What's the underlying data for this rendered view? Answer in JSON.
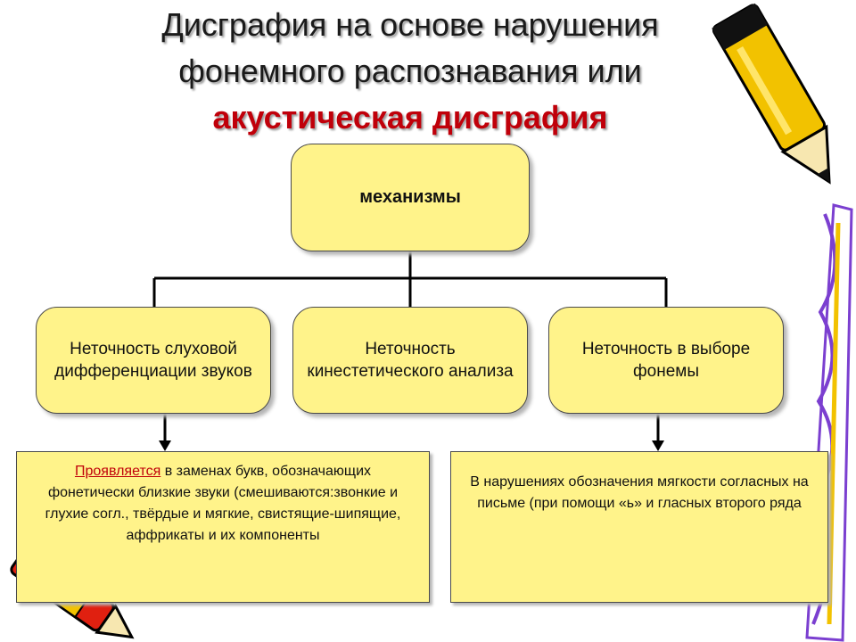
{
  "title": {
    "line1": "Дисграфия на основе нарушения",
    "line2": "фонемного распознавания или",
    "line3": "акустическая дисграфия"
  },
  "diagram": {
    "root": "механизмы",
    "mechanisms": [
      {
        "text": "Неточность слуховой дифференциации звуков"
      },
      {
        "text": "Неточность кинестетического анализа"
      },
      {
        "text": "Неточность в выборе фонемы"
      }
    ],
    "manifestation_left": {
      "keyword": "Проявляется",
      "text": " в заменах букв, обозначающих фонетически близкие звуки (смешиваются:звонкие и глухие согл., твёрдые и мягкие, свистящие-шипящие, аффрикаты и их компоненты"
    },
    "manifestation_right": {
      "text": "В нарушениях обозначения мягкости согласных на письме (при помощи «ь» и гласных второго ряда"
    }
  },
  "colors": {
    "box_fill": "#fff38a",
    "accent_red": "#c0000a",
    "border": "#4a4a4a",
    "pencil_yellow": "#f2c200",
    "pencil_purple": "#7b3fd0"
  },
  "icons": [
    "pencil-icon-top-right",
    "pencil-icon-right",
    "pencil-icon-bottom-left"
  ]
}
